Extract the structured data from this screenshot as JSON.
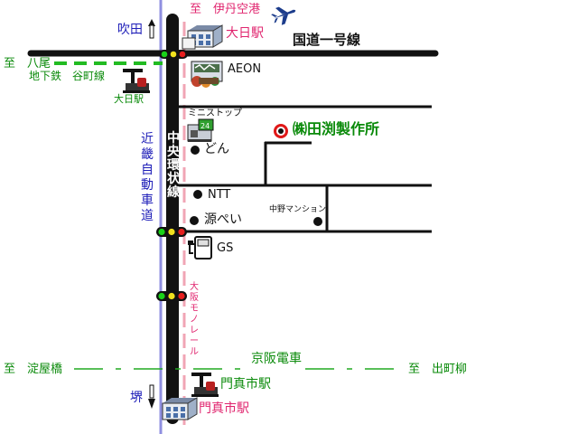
{
  "map": {
    "destinations": {
      "north_suita": "吹田",
      "south_sakai": "堺",
      "to_itami_airport": "至　伊丹空港",
      "to_yao": "至　八尾",
      "to_yodoyabashi": "至　淀屋橋",
      "to_demachiyanagi": "至　出町柳"
    },
    "roads": {
      "national_route_1": "国道一号線",
      "chuo_kanjo": "中央環状線",
      "kinki_expressway": "近畿自動車道"
    },
    "railways": {
      "subway_line": "地下鉄　谷町線",
      "osaka_monorail": "大阪モノレール",
      "keihan": "京阪電車"
    },
    "stations": {
      "dainichi_monorail": "大日駅",
      "dainichi_subway": "大日駅",
      "kadoma_keihan": "門真市駅",
      "kadoma_monorail": "門真市駅"
    },
    "landmarks": {
      "aeon": "AEON",
      "mini_stop": "ミニストップ",
      "don": "どん",
      "ntt": "NTT",
      "genpei": "源ぺい",
      "gs": "GS",
      "nakano_mansion": "中野マンション"
    },
    "destination_company": "㈱田渕製作所",
    "colors": {
      "road": "#111111",
      "expressway": "#8f8fe0",
      "monorail": "#f1a5b5",
      "keihan": "#22aa22",
      "subway": "#22bb22",
      "label_blue": "#1f1fb8",
      "label_green": "#0a8a0a",
      "label_pink": "#e0246e",
      "target_marker": "#e01818"
    },
    "icons": [
      "airplane-icon",
      "station-building-icon",
      "subway-station-icon",
      "traffic-light-icon",
      "store-icon",
      "convenience-store-icon",
      "gas-station-icon",
      "up-arrow-icon",
      "down-arrow-icon"
    ]
  }
}
